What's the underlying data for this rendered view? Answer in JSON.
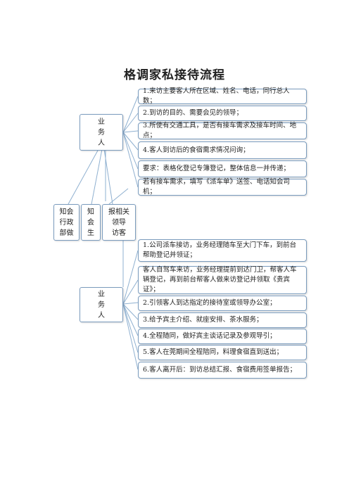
{
  "title": "格调家私接待流程",
  "top_group": {
    "label": "业\n务\n人",
    "items": [
      "1.来访主要客人所在区域、姓名、电话，同行总人数；",
      "2.到访的目的、需要会见的领导；",
      "3.所使有交通工具，是否有接车需求及接车时间、地点；",
      "4.客人到访后的食宿需求情况问询；",
      "要求：表格化登记专簿登记，整体信息一并传递；",
      "若有接车需求，填写《派车单》送签、电话知会司机；"
    ]
  },
  "notify": {
    "admin": "知会\n行政\n部做",
    "student": "知\n会\n生",
    "leader": "报相关\n领导\n访客"
  },
  "bottom_group": {
    "label": "业\n务\n人",
    "items": [
      "1.公司派车接访，业务经理随车至大门下车，到前台帮助登记并领证；",
      "客人自驾车来访，业务经理提前到达门卫，帮客人车辆登记，再到前台帮客人做来访登记并领取《贵宾证》；",
      "2.引领客人到达指定的接待室或领导办公室；",
      "3.给予宾主介绍、就座安排、茶水服务；",
      "4.全程随同，做好宾主谈话记录及参观导引；",
      "5.客人在莞期间全程陪同，料理食宿直到送出；",
      "6.客人离开后：到访总结汇报、食宿费用签单报告；"
    ]
  },
  "colors": {
    "border": "#7a9bbd",
    "line": "#8fb0d0"
  }
}
